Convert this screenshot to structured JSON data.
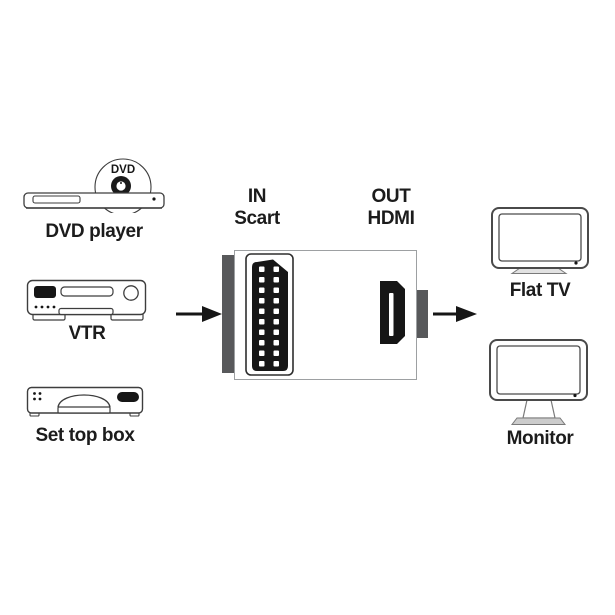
{
  "colors": {
    "outline": "#3d3d3d",
    "connector_fill": "#161616",
    "tab_gray": "#58595b",
    "box_border": "#9da0a2",
    "text": "#1c1c1c",
    "stand_gray": "#cccccc"
  },
  "flow": {
    "sources": [
      {
        "label": "DVD player",
        "disc_label": "DVD"
      },
      {
        "label": "VTR"
      },
      {
        "label": "Set top box"
      }
    ],
    "converter": {
      "in_direction": "IN",
      "in_connector": "Scart",
      "out_direction": "OUT",
      "out_connector": "HDMI"
    },
    "displays": [
      {
        "label": "Flat TV"
      },
      {
        "label": "Monitor"
      }
    ]
  }
}
